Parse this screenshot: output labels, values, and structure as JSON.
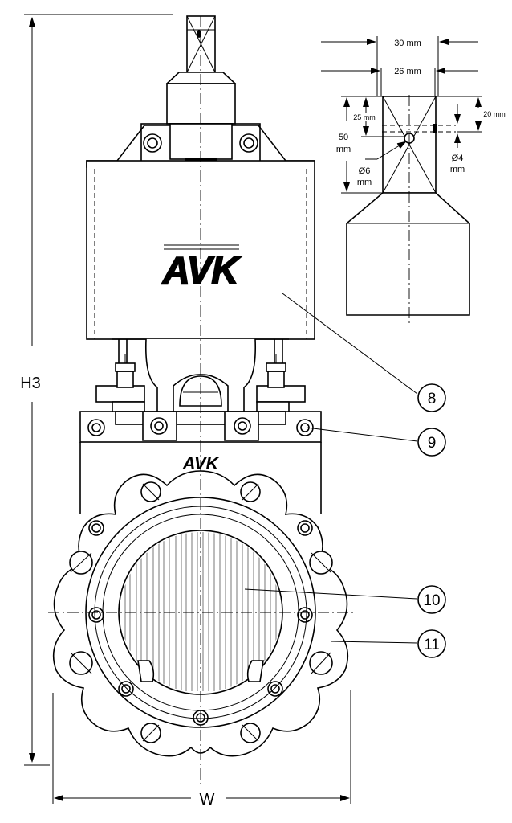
{
  "labels": {
    "h3": "H3",
    "w": "W",
    "dim_30": "30 mm",
    "dim_26": "26 mm",
    "dim_25": "25 mm",
    "dim_20": "20 mm",
    "dim_50_a": "50",
    "dim_50_b": "mm",
    "dim_phi6_a": "Ø6",
    "dim_phi6_b": "mm",
    "dim_phi4_a": "Ø4",
    "dim_phi4_b": "mm",
    "logo": "AVK"
  },
  "callouts": [
    "8",
    "9",
    "10",
    "11"
  ]
}
